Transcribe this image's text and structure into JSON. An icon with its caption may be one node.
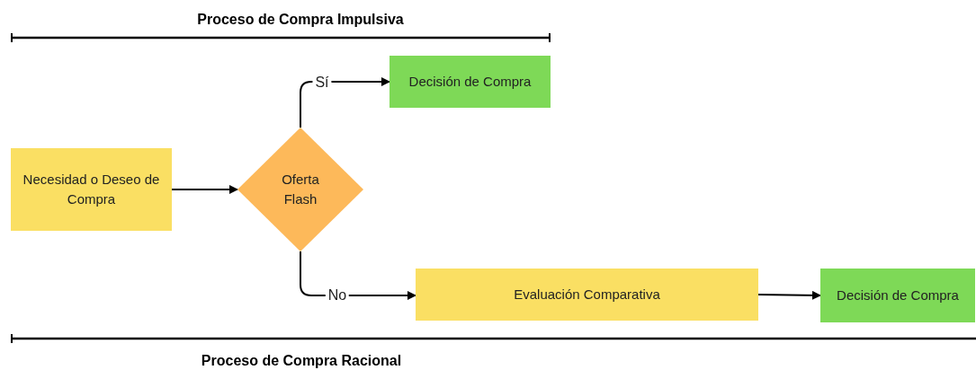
{
  "diagram": {
    "nodes": [
      {
        "text": [
          "Necesidad o Deseo de Compra"
        ]
      },
      {
        "text": [
          "Oferta Flash"
        ]
      },
      {
        "text": [
          "Decisión de Compra"
        ]
      },
      {
        "text": [
          "Evaluación Comparativa"
        ]
      },
      {
        "text": [
          "Decisión de Compra"
        ]
      }
    ],
    "edges": [
      {
        "from": 0,
        "to": 1,
        "arrow": "to"
      },
      {
        "from": 1,
        "to": 2,
        "arrow": "to",
        "label": "Sí"
      },
      {
        "from": 1,
        "to": 3,
        "arrow": "to",
        "label": "No"
      },
      {
        "from": 3,
        "to": 4,
        "arrow": "to"
      }
    ],
    "labels": [
      "Proceso de Compra Impulsiva",
      "Proceso de Compra Racional"
    ]
  }
}
